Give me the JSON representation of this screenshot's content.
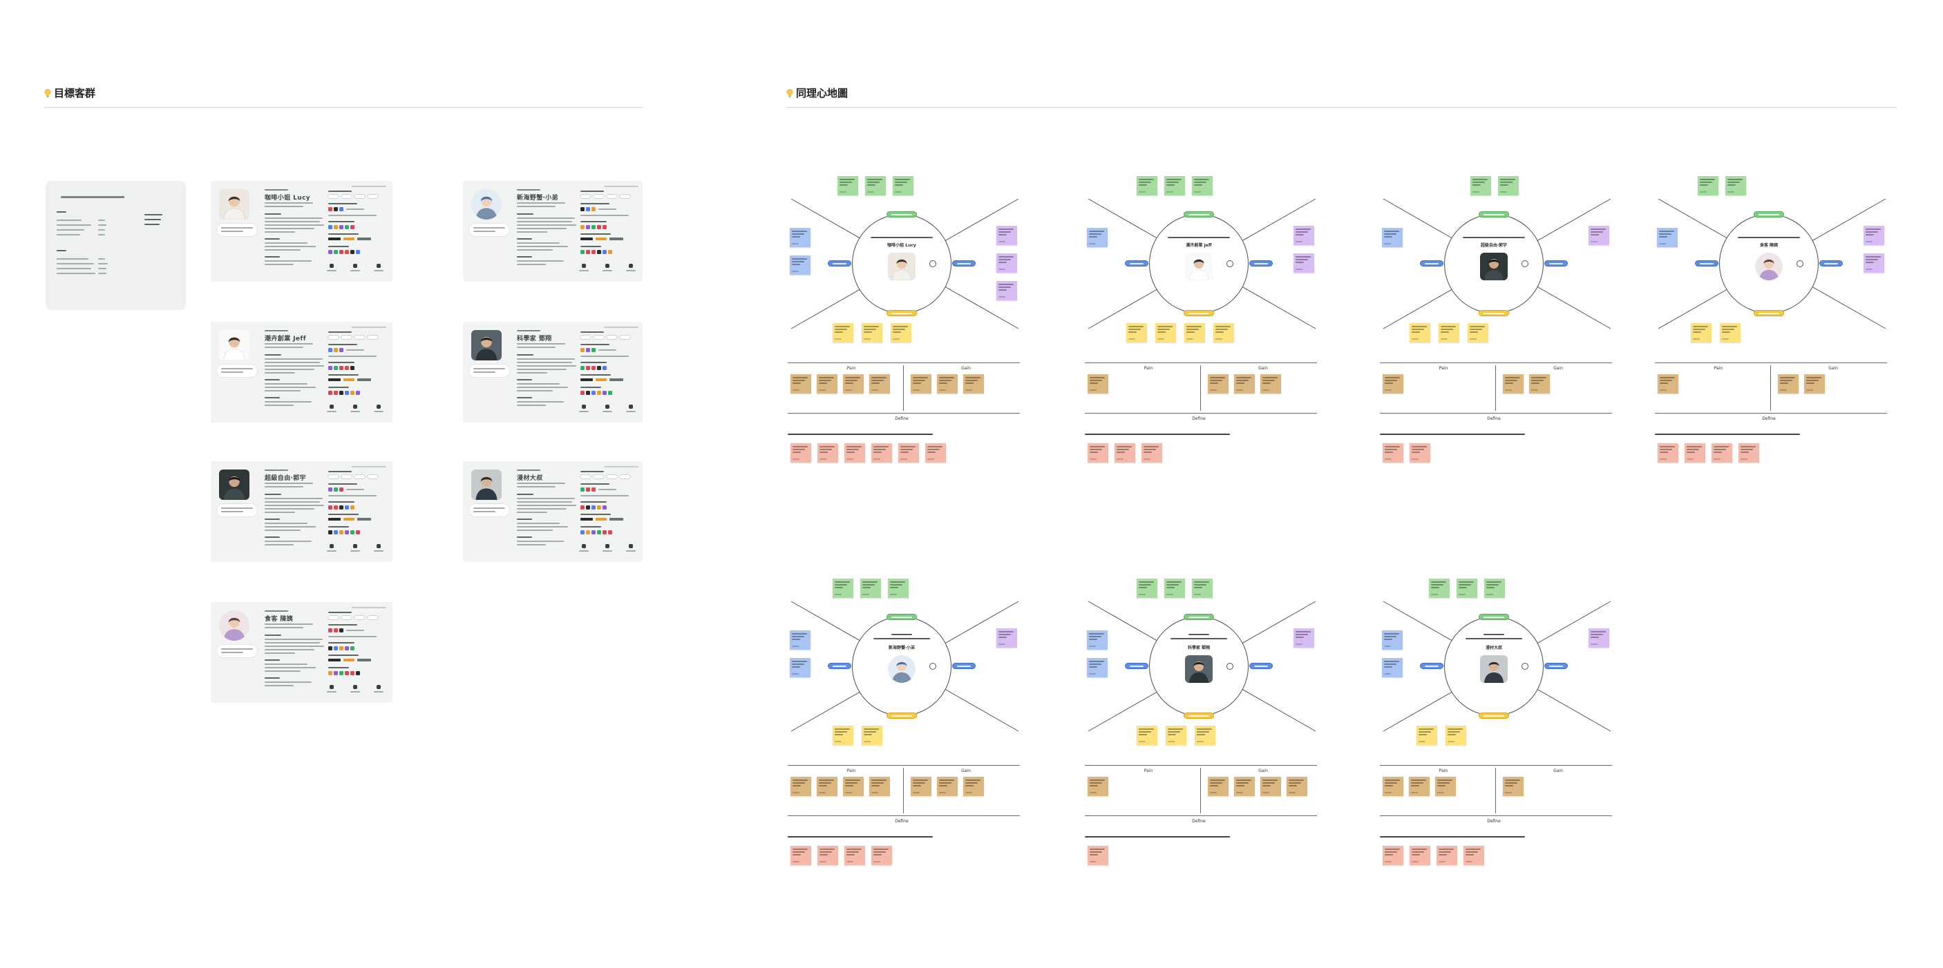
{
  "sections": {
    "target": {
      "icon": "lightbulb-icon",
      "title": "目標客群"
    },
    "empathy": {
      "icon": "lightbulb-icon",
      "title": "同理心地圖"
    }
  },
  "personas": [
    {
      "name": "咖啡小姐 Lucy"
    },
    {
      "name": "新海野蟹‧小弟"
    },
    {
      "name": "潮卉創業 Jeff"
    },
    {
      "name": "科學家 鄧翔"
    },
    {
      "name": "超級自由‧郭宇"
    },
    {
      "name": "漫材大叔"
    },
    {
      "name": "食客 陳姨"
    }
  ],
  "empathy_maps": [
    {
      "name": "咖啡小姐 Lucy"
    },
    {
      "name": "潮卉創業 Jeff"
    },
    {
      "name": "超級自由‧郭宇"
    },
    {
      "name": "食客 陳姨"
    },
    {
      "name": "新海野蟹‧小弟"
    },
    {
      "name": "科學家 鄧翔"
    },
    {
      "name": "漫材大叔"
    }
  ],
  "labels": {
    "pain": "Pain",
    "gain": "Gain",
    "define": "Define"
  },
  "colors": {
    "sticky_green": "#a6dca0",
    "sticky_blue": "#a9c3f3",
    "sticky_purple": "#d8bdf4",
    "sticky_yellow": "#fbe27c",
    "sticky_tan": "#dcb67f",
    "sticky_pink": "#f5b9a9",
    "pill_green": "#7fcf82",
    "pill_blue": "#5d8fe6",
    "pill_yellow": "#f6c945",
    "app_icons": [
      "#e5484d",
      "#2b2b2b",
      "#4f7df3",
      "#e99b2f",
      "#8d5bd8",
      "#2fb06a",
      "#d6455a"
    ]
  }
}
